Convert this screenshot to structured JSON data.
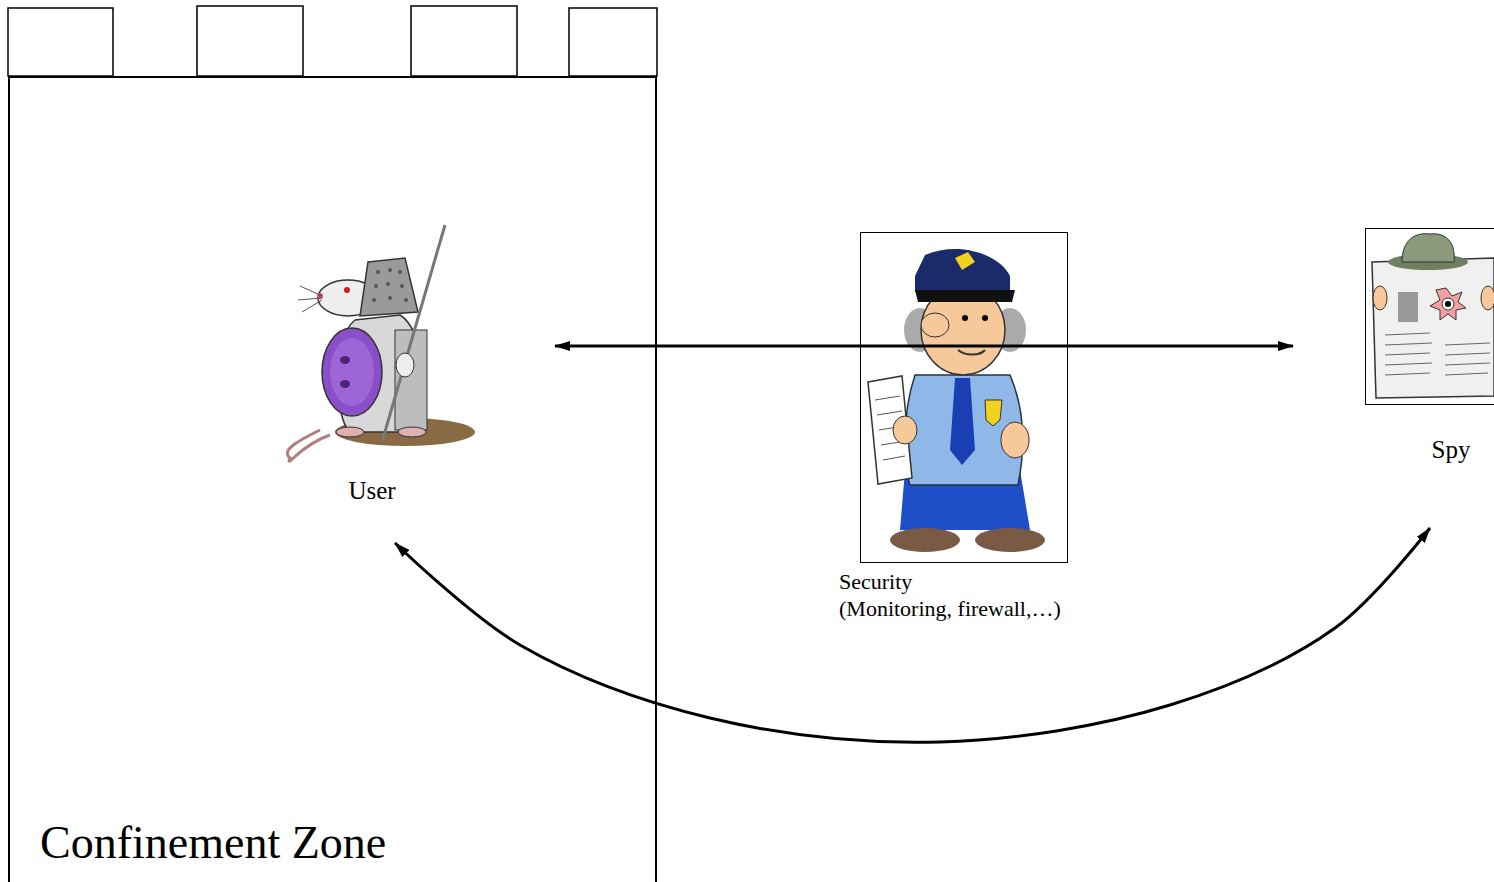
{
  "diagram": {
    "nodes": [
      {
        "text": [
          "Confinement Zone"
        ]
      },
      {
        "text": [
          "User"
        ],
        "in": 0
      },
      {
        "text": [
          "Security",
          "(Monitoring, firewall,…)"
        ]
      },
      {
        "text": [
          "Spy"
        ]
      }
    ],
    "edges": [
      {
        "from": 1,
        "to": 3,
        "arrow": "both"
      },
      {
        "from": 1,
        "to": 3,
        "arrow": "both"
      }
    ]
  }
}
